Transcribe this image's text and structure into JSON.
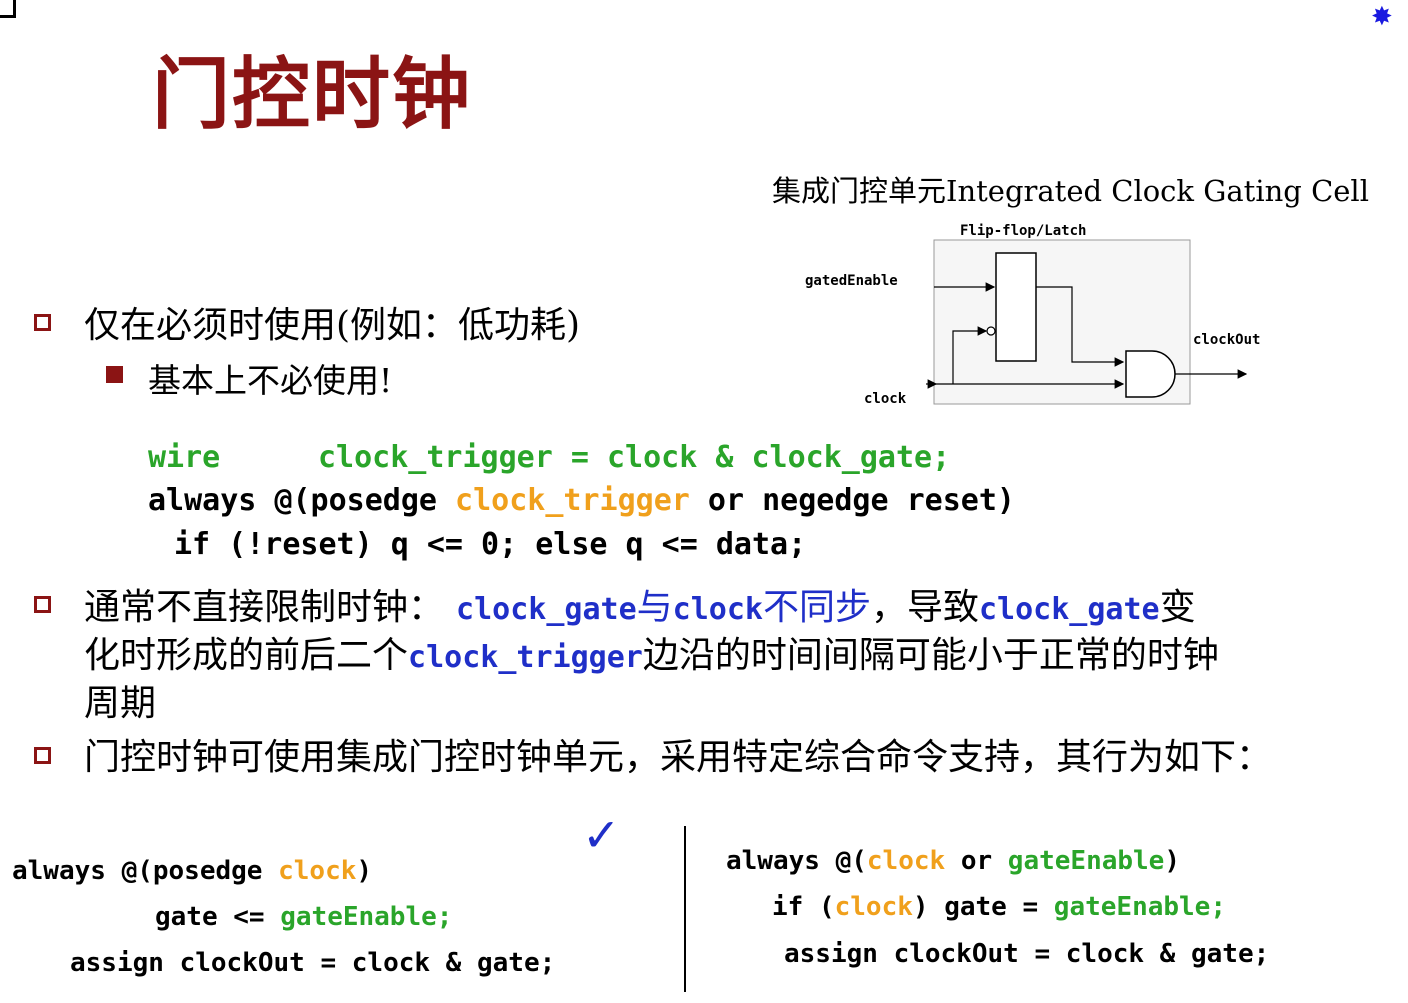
{
  "slide": {
    "title": "门控时钟",
    "corner_right_icon": "starburst-icon"
  },
  "diagram": {
    "caption": "集成门控单元Integrated Clock Gating Cell",
    "box_label": "Flip-flop/Latch",
    "input_enable": "gatedEnable",
    "input_clock": "clock",
    "output": "clockOut"
  },
  "bullets": {
    "b1": "仅在必须时使用(例如：低功耗)",
    "b1_sub": "基本上不必使用!",
    "b2_a": "通常不直接限制时钟：",
    "b2_b": "clock_gate",
    "b2_c": "与",
    "b2_d": "clock",
    "b2_e": "不同步",
    "b2_f": "，导致",
    "b2_g": "clock_gate",
    "b2_h": "变",
    "b2_l2a": "化时形成的前后二个",
    "b2_l2b": "clock_trigger",
    "b2_l2c": "边沿的时间间隔可能小于正常的时钟",
    "b2_l3": "周期",
    "b3": "门控时钟可使用集成门控时钟单元，采用特定综合命令支持，其行为如下："
  },
  "code_main": {
    "l1_wire": "wire",
    "l1_rest": "clock_trigger = clock & clock_gate;",
    "l2_a": "always @(posedge ",
    "l2_b": "clock_trigger",
    "l2_c": " or negedge reset)",
    "l3": "if (!reset) q <= 0; else q <= data;"
  },
  "code_left": {
    "l1_a": "always @(posedge ",
    "l1_b": "clock",
    "l1_c": ")",
    "l2_a": "gate <= ",
    "l2_b": "gateEnable;",
    "l3": "assign clockOut = clock & gate;",
    "mark": "✓"
  },
  "code_right": {
    "l1_a": "always @(",
    "l1_b": "clock",
    "l1_c": " or ",
    "l1_d": "gateEnable",
    "l1_e": ")",
    "l2_a": "if (",
    "l2_b": "clock",
    "l2_c": ") gate = ",
    "l2_d": "gateEnable;",
    "l3": "assign clockOut = clock & gate;"
  }
}
